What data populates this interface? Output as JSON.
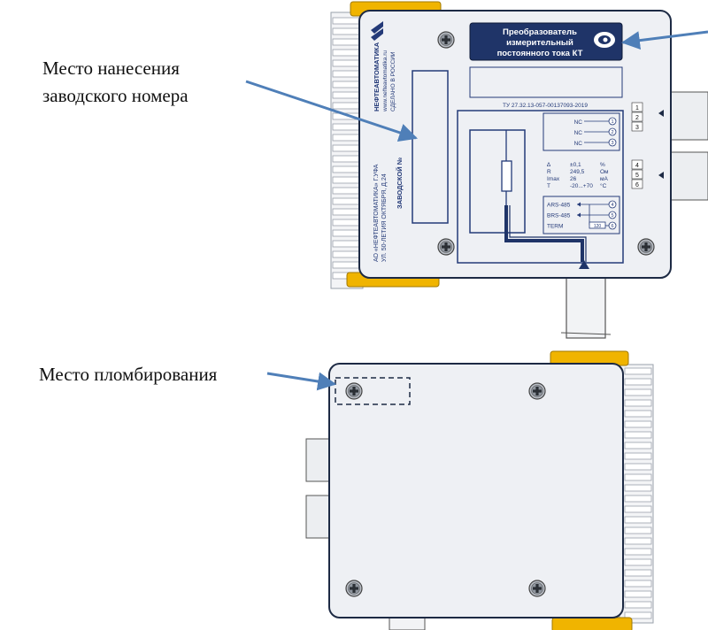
{
  "callouts": {
    "serial_place": [
      "Место нанесения",
      "заводского номера"
    ],
    "seal_place": "Место пломбирования"
  },
  "device_front": {
    "badge_lines": [
      "Преобразователь",
      "измерительный",
      "постоянного тока КТ"
    ],
    "brand": "НЕФТЕАВТОМАТИКА",
    "website": "www.neftеavtomatika.ru",
    "made_in": "СДЕЛАНО В РОССИИ",
    "maker_line1": "АО «НЕФТЕАВТОМАТИКА» Г.УФА",
    "maker_line2": "УЛ. 50-ЛЕТИЯ ОКТЯБРЯ, Д.24",
    "serial_label": "ЗАВОДСКОЙ №",
    "tu": "ТУ 27.32.13-057-00137093-2019",
    "nc_rows": [
      {
        "label": "NC",
        "num": "1"
      },
      {
        "label": "NC",
        "num": "2"
      },
      {
        "label": "NC",
        "num": "3"
      }
    ],
    "specs": [
      {
        "sym": "∆",
        "val": "±0,1",
        "unit": "%"
      },
      {
        "sym": "R",
        "val": "249,5",
        "unit": "Ом"
      },
      {
        "sym": "Imax",
        "val": "26",
        "unit": "мА"
      },
      {
        "sym": "T",
        "val": "-20...+70",
        "unit": "°C"
      }
    ],
    "bus_rows": [
      {
        "label": "ARS-485",
        "num": "4"
      },
      {
        "label": "BRS-485",
        "num": "5"
      },
      {
        "label": "TERM",
        "num": "6"
      }
    ],
    "term_resistor": "120",
    "right_terminals": [
      "1",
      "2",
      "3",
      "4",
      "5",
      "6"
    ]
  },
  "colors": {
    "body": "#eef0f4",
    "outline": "#1d2a44",
    "print": "#243a78",
    "badge": "#1f3468",
    "arrow": "#4f7fb8",
    "clip": "#f0b400",
    "comb": "#9aa1ab"
  }
}
